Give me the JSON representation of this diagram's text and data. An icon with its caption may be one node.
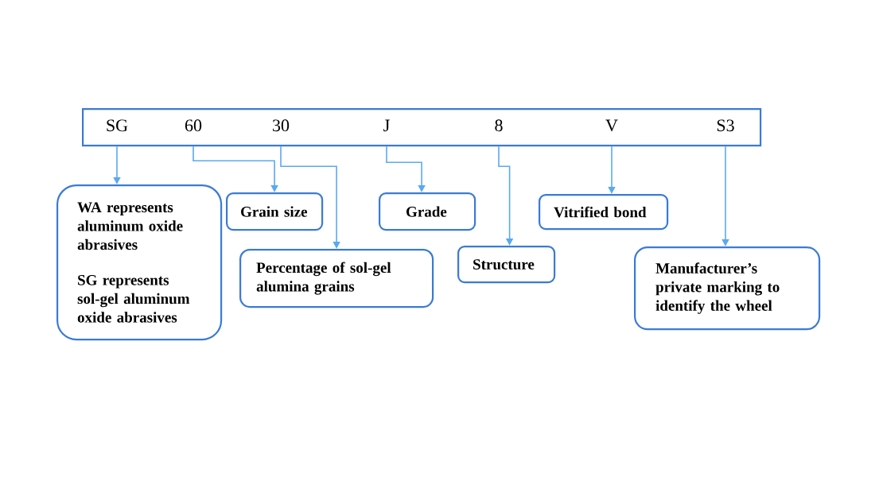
{
  "diagram": {
    "nodes": [
      {
        "text": [],
        "shape": "box"
      },
      {
        "text": [
          "SG"
        ],
        "in": 0
      },
      {
        "text": [
          "60"
        ],
        "in": 0
      },
      {
        "text": [
          "30"
        ],
        "in": 0
      },
      {
        "text": [
          "J"
        ],
        "in": 0
      },
      {
        "text": [
          "8"
        ],
        "in": 0
      },
      {
        "text": [
          "V"
        ],
        "in": 0
      },
      {
        "text": [
          "S3"
        ],
        "in": 0
      },
      {
        "text": [
          "WA represents aluminum oxide abrasives",
          "SG represents sol-gel aluminum oxide abrasives"
        ]
      },
      {
        "text": [
          "Grain size"
        ]
      },
      {
        "text": [
          "Percentage of sol-gel alumina grains"
        ]
      },
      {
        "text": [
          "Grade"
        ]
      },
      {
        "text": [
          "Structure"
        ]
      },
      {
        "text": [
          "Vitrified bond"
        ]
      },
      {
        "text": [
          "Manufacturer’s private marking to identify the wheel"
        ]
      }
    ],
    "edges": [
      {
        "from": 1,
        "to": 8,
        "arrow": "to"
      },
      {
        "from": 2,
        "to": 9,
        "arrow": "to"
      },
      {
        "from": 3,
        "to": 10,
        "arrow": "to"
      },
      {
        "from": 4,
        "to": 11,
        "arrow": "to"
      },
      {
        "from": 5,
        "to": 12,
        "arrow": "to"
      },
      {
        "from": 6,
        "to": 13,
        "arrow": "to"
      },
      {
        "from": 7,
        "to": 14,
        "arrow": "to"
      }
    ]
  }
}
